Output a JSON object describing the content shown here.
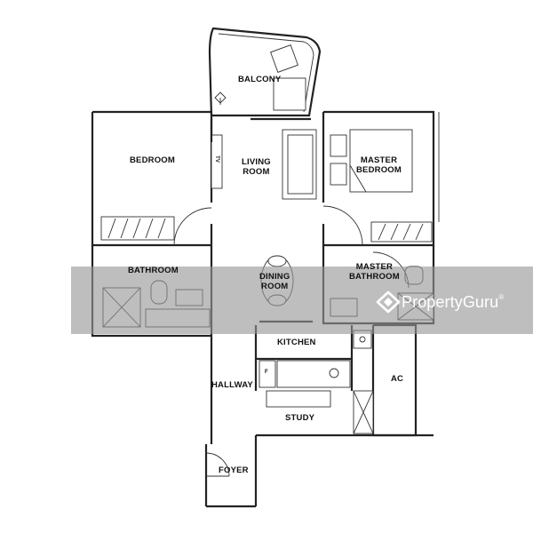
{
  "rooms": {
    "balcony": "BALCONY",
    "living_room": [
      "LIVING",
      "ROOM"
    ],
    "bedroom": "BEDROOM",
    "master_bedroom": [
      "MASTER",
      "BEDROOM"
    ],
    "bathroom": "BATHROOM",
    "dining_room": [
      "DINING",
      "ROOM"
    ],
    "master_bathroom": [
      "MASTER",
      "BATHROOM"
    ],
    "kitchen": "KITCHEN",
    "hallway": "HALLWAY",
    "ac": "AC",
    "study": "STUDY",
    "foyer": "FOYER"
  },
  "fixtures": {
    "tv": "TV",
    "fridge": "F"
  },
  "watermark": {
    "brand": "PropertyGuru",
    "trademark": "®"
  }
}
